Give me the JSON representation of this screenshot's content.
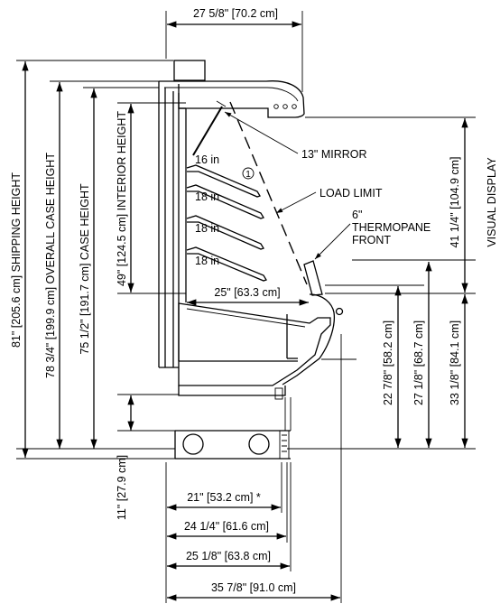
{
  "dimensions": {
    "top_width": "27 5/8\" [70.2 cm]",
    "shipping_height": "81\" [205.6 cm] SHIPPING HEIGHT",
    "overall_case_height": "78 3/4\" [199.9 cm] OVERALL CASE HEIGHT",
    "case_height": "75 1/2\" [191.7 cm] CASE HEIGHT",
    "interior_height": "49\" [124.5 cm] INTERIOR HEIGHT",
    "base_height": "11\" [27.9 cm]",
    "interior_depth": "25\" [63.3 cm]",
    "depth_21": "21\" [53.2 cm] *",
    "depth_24": "24 1/4\" [61.6 cm]",
    "depth_25": "25 1/8\" [63.8 cm]",
    "depth_35": "35 7/8\" [91.0 cm]",
    "right_22": "22 7/8\" [58.2 cm]",
    "right_27": "27 1/8\" [68.7 cm]",
    "right_33": "33 1/8\" [84.1 cm]",
    "visual_display": "41 1/4\" [104.9 cm]",
    "visual_display_label": "VISUAL DISPLAY"
  },
  "callouts": {
    "mirror": "13\" MIRROR",
    "load_limit": "LOAD LIMIT",
    "thermopane_1": "6\"",
    "thermopane_2": "THERMOPANE",
    "thermopane_3": "FRONT",
    "circle_marker": "1"
  },
  "shelves": {
    "shelf_1": "16 in",
    "shelf_2": "18 in",
    "shelf_3": "18 in",
    "shelf_4": "18 in"
  }
}
